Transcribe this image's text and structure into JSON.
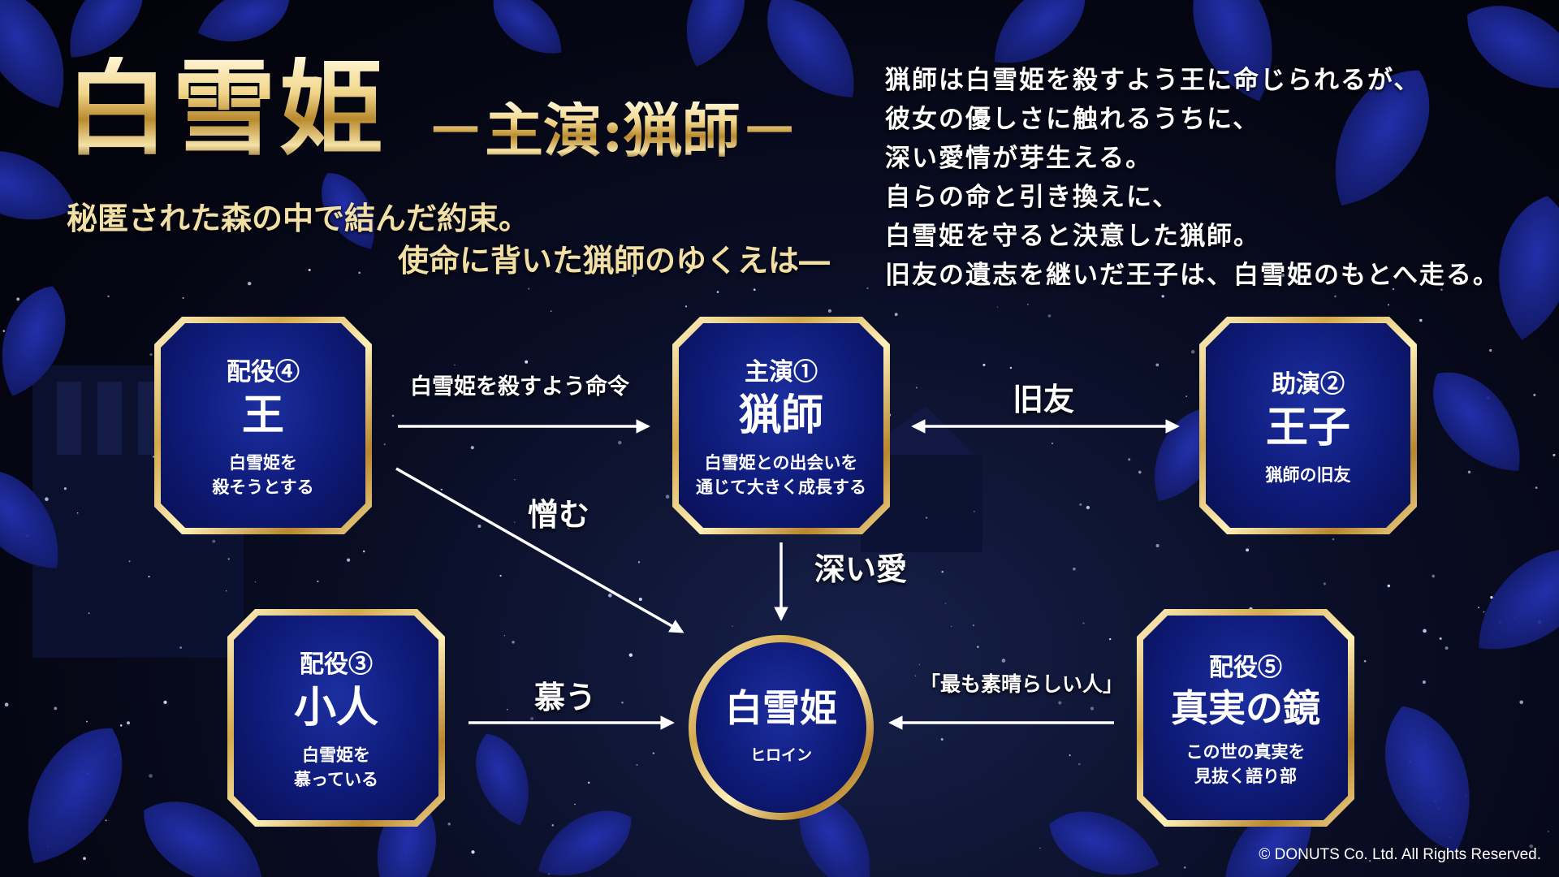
{
  "title": {
    "main": "白雪姫",
    "sub": "－主演:猟師－"
  },
  "tagline": {
    "line1": "秘匿された森の中で結んだ約束。",
    "line2": "使命に背いた猟師のゆくえは―"
  },
  "synopsis": [
    "猟師は白雪姫を殺すよう王に命じられるが、",
    "彼女の優しさに触れるうちに、",
    "深い愛情が芽生える。",
    "自らの命と引き換えに、",
    "白雪姫を守ると決意した猟師。",
    "旧友の遺志を継いだ王子は、白雪姫のもとへ走る。"
  ],
  "characters": {
    "king": {
      "role": "配役④",
      "name": "王",
      "desc1": "白雪姫を",
      "desc2": "殺そうとする"
    },
    "hunter": {
      "role": "主演①",
      "name": "猟師",
      "desc1": "白雪姫との出会いを",
      "desc2": "通じて大きく成長する"
    },
    "prince": {
      "role": "助演②",
      "name": "王子",
      "desc1": "猟師の旧友"
    },
    "dwarf": {
      "role": "配役③",
      "name": "小人",
      "desc1": "白雪姫を",
      "desc2": "慕っている"
    },
    "mirror": {
      "role": "配役⑤",
      "name": "真実の鏡",
      "desc1": "この世の真実を",
      "desc2": "見抜く語り部"
    },
    "snow_white": {
      "name": "白雪姫",
      "desc1": "ヒロイン"
    }
  },
  "relations": {
    "king_to_hunter": "白雪姫を殺すよう命令",
    "hunter_prince": "旧友",
    "king_to_snow": "憎む",
    "hunter_to_snow": "深い愛",
    "dwarf_to_snow": "慕う",
    "mirror_to_snow": "「最も素晴らしい人」"
  },
  "copyright": "© DONUTS Co. Ltd. All Rights Reserved.",
  "colors": {
    "gold": "#d4a94c",
    "box_blue": "#0e1a78",
    "leaf": "#1a2590",
    "tagline": "#f2dfa6"
  }
}
